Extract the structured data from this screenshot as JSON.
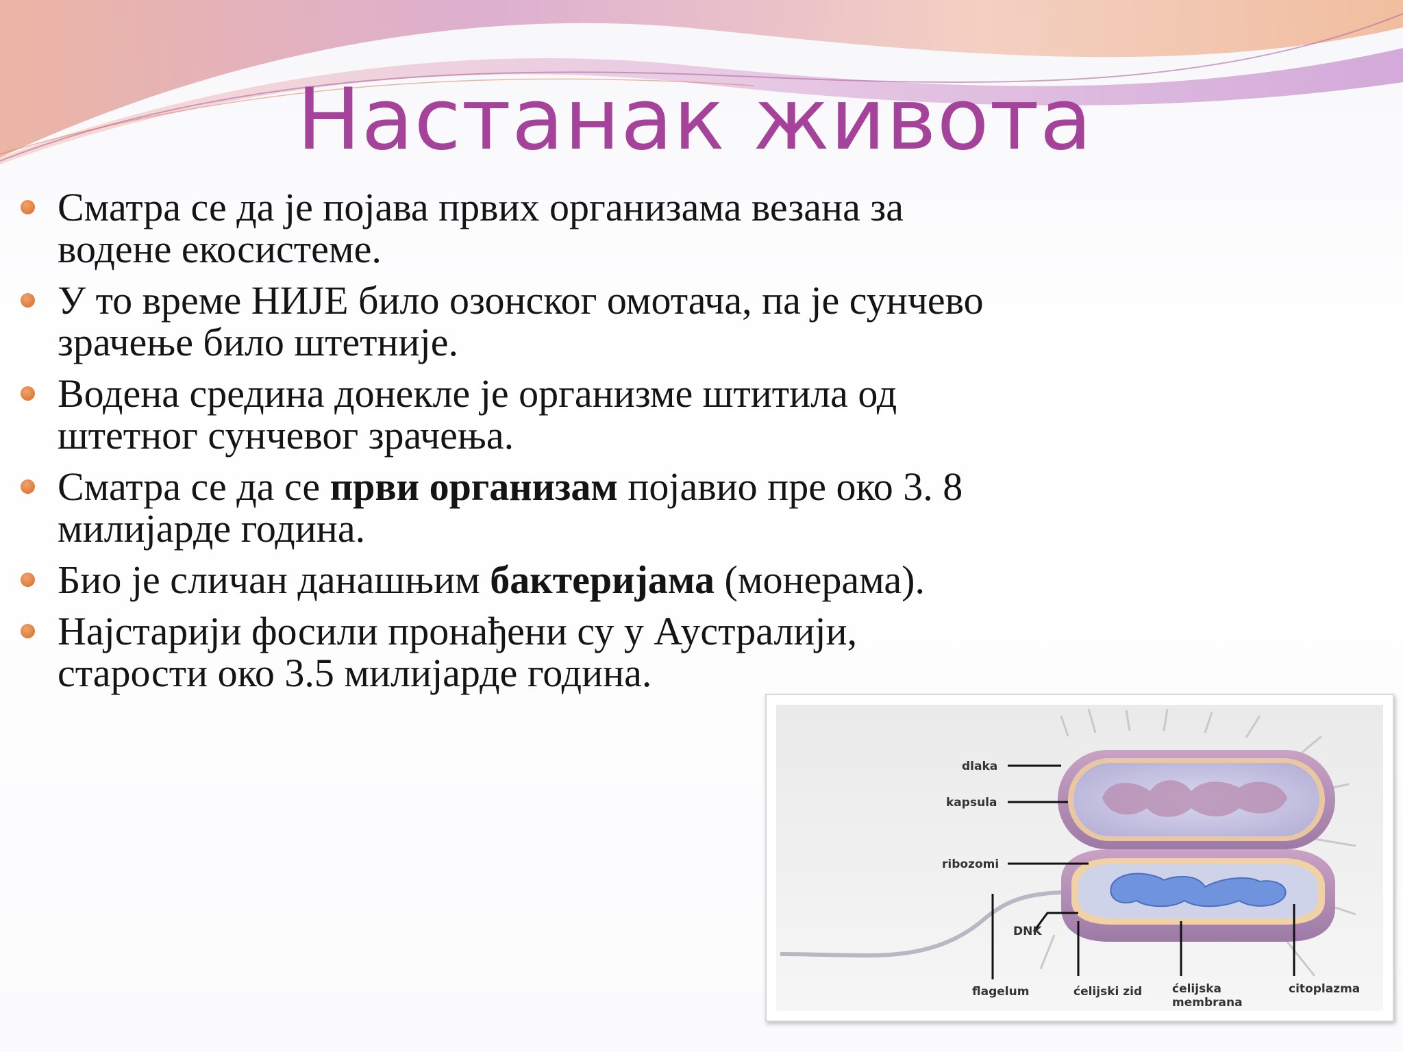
{
  "title": "Настанак живота",
  "bullets": [
    {
      "parts": [
        {
          "text": "Сматра се да је појава првих организама везана за водене екосистеме.",
          "bold": false
        }
      ]
    },
    {
      "parts": [
        {
          "text": "У то време НИЈЕ било озонског омотача, па је сунчево зрачење било штетније.",
          "bold": false
        }
      ]
    },
    {
      "parts": [
        {
          "text": "Водена средина донекле је организме штитила од штетног сунчевог зрачења.",
          "bold": false
        }
      ]
    },
    {
      "parts": [
        {
          "text": "Сматра се да се ",
          "bold": false
        },
        {
          "text": "први организам",
          "bold": true
        },
        {
          "text": " појавио пре око 3. 8 милијарде година.",
          "bold": false
        }
      ]
    },
    {
      "parts": [
        {
          "text": "Био је сличан данашњим ",
          "bold": false
        },
        {
          "text": "бактеријама",
          "bold": true
        },
        {
          "text": " (монерама).",
          "bold": false
        }
      ]
    },
    {
      "parts": [
        {
          "text": "Најстарији фосили пронађени су у Аустралији, старости око 3.5 милијарде година.",
          "bold": false
        }
      ]
    }
  ],
  "figure": {
    "labels": {
      "dlaka": "dlaka",
      "kapsula": "kapsula",
      "ribozomi": "ribozomi",
      "dnk": "DNK",
      "flagelum": "flagelum",
      "celijski_zid": "ćelijski zid",
      "celijska_membrana_1": "ćelijska",
      "celijska_membrana_2": "membrana",
      "citoplazma": "citoplazma"
    }
  },
  "colors": {
    "title": "#a5439a",
    "bullet": "#e07b3a",
    "text": "#141414"
  }
}
